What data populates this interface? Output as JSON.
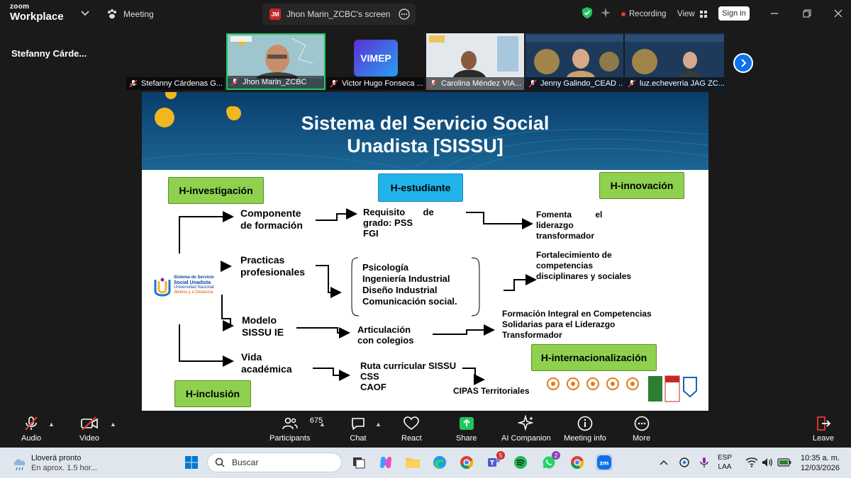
{
  "window": {
    "brand_top": "zoom",
    "brand_bottom": "Workplace",
    "tabs": {
      "meeting": "Meeting",
      "screen": "Jhon Marin_ZCBC's screen",
      "screen_badge": "JM"
    },
    "recording": "Recording",
    "view": "View",
    "sign_in": "Sign in"
  },
  "participants": {
    "spotlight_name": "Stefanny  Cárde...",
    "tiles": [
      {
        "name": "Stefanny Cárdenas G..."
      },
      {
        "name": "Jhon Marin_ZCBC"
      },
      {
        "name": "Victor Hugo Fonseca ..."
      },
      {
        "name": "Carolina Méndez VIA..."
      },
      {
        "name": "Jenny Galindo_CEAD ..."
      },
      {
        "name": "luz.echeverria JAG ZC..."
      }
    ],
    "vimep_label": "VIMEP"
  },
  "slide": {
    "title_line1": "Sistema del Servicio Social",
    "title_line2": "Unadista  [SISSU]",
    "boxes": {
      "investigacion": "H-investigación",
      "estudiante": "H-estudiante",
      "innovacion": "H-innovación",
      "inclusion": "H-inclusión",
      "internacionalizacion": "H-internacionalización"
    },
    "logo": {
      "line1": "Sistema de Servicio",
      "line2": "Social Unadista",
      "line3": "Universidad Nacional",
      "line4": "Abierta y a Distancia"
    },
    "texts": {
      "componente": "Componente\nde formación",
      "requisito": "Requisito       de\ngrado: PSS\nFGI",
      "fomenta": "Fomenta          el\nliderazgo\ntransformador",
      "practicas": "Practicas\nprofesionales",
      "programas": "Psicología\nIngeniería Industrial\nDiseño Industrial\nComunicación social.",
      "fortalecimiento": "Fortalecimiento de\ncompetencias\ndisciplinares y sociales",
      "modelo": "Modelo\nSISSU IE",
      "articulacion": "Articulación\ncon colegios",
      "formacion_integral": "Formación Integral en Competencias\nSolidarias para el Liderazgo\nTransformador",
      "vida": "Vida\nacadémica",
      "ruta": "Ruta curricular SISSU\nCSS\nCAOF",
      "cipas": "CIPAS Territoriales"
    }
  },
  "toolbar": {
    "audio": "Audio",
    "video": "Video",
    "participants": "Participants",
    "participants_count": "675",
    "chat": "Chat",
    "react": "React",
    "share": "Share",
    "ai": "AI Companion",
    "meeting_info": "Meeting info",
    "more": "More",
    "leave": "Leave"
  },
  "taskbar": {
    "weather_title": "Lloverá pronto",
    "weather_sub": "En aprox. 1.5 hor...",
    "search": "Buscar",
    "teams_badge": "5",
    "whatsapp_badge": "2",
    "lang_top": "ESP",
    "lang_bottom": "LAA",
    "time": "10:35 a. m.",
    "date": "12/03/2026"
  },
  "colors": {
    "zoom_blue": "#0e72ed",
    "share_green": "#21c55d",
    "box_green": "#8fd14f",
    "box_blue": "#22b4e8",
    "slide_header": "#11507f",
    "accent_yellow": "#f2b61e"
  }
}
